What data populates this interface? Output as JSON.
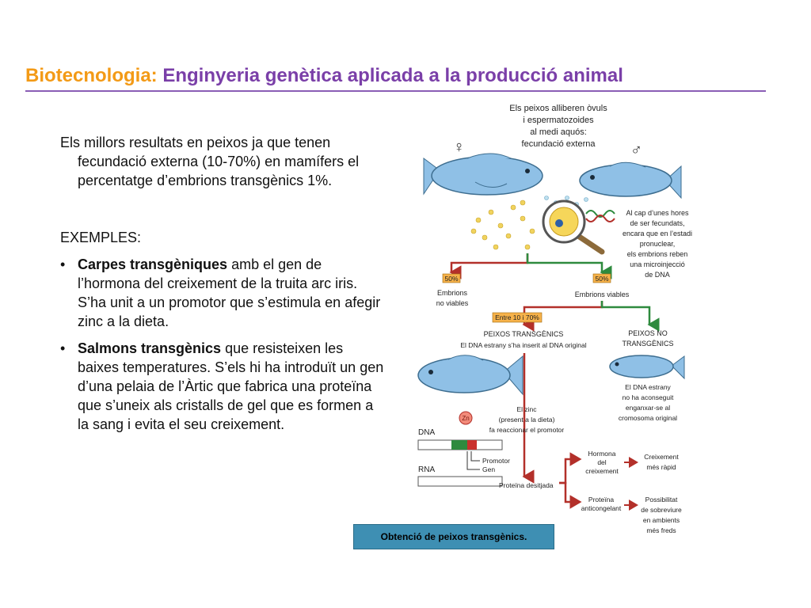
{
  "slide": {
    "title_prefix": "Biotecnologia:",
    "title_main": "Enginyeria genètica aplicada a la producció animal",
    "intro": "Els millors resultats en peixos ja que tenen fecundació externa (10-70%) en mamífers el percentatge d’embrions transgènics 1%.",
    "examples_heading": "EXEMPLES:",
    "bullets": [
      {
        "bold": "Carpes transgèniques",
        "rest": " amb el gen de l’hormona del creixement de la truita arc iris. S’ha unit a un promotor que s’estimula en afegir zinc a la dieta."
      },
      {
        "bold": "Salmons transgènics",
        "rest": " que resisteixen les baixes temperatures. S’els hi ha introduït un gen d’una pelaia de l’Àrtic que fabrica una proteïna que s’uneix als cristalls de gel que es formen a la sang i evita el seu creixement."
      }
    ],
    "caption": "Obtenció de peixos transgènics."
  },
  "figure": {
    "top_text": [
      "Els peixos alliberen òvuls",
      "i espermatozoides",
      "al medi aquós:",
      "fecundació externa"
    ],
    "female_symbol": "♀",
    "male_symbol": "♂",
    "microinjection_text": [
      "Al cap d’unes hores",
      "de ser fecundats,",
      "encara que en l’estadi",
      "pronuclear,",
      "els embrions reben",
      "una microinjecció",
      "de DNA"
    ],
    "pct_left": "50%",
    "pct_right": "50%",
    "non_viable": [
      "Embrions",
      "no viables"
    ],
    "viable": "Embrions viables",
    "range_badge": "Entre 10 i 70%",
    "transgenic_title": "PEIXOS TRANSGÈNICS",
    "transgenic_sub": "El DNA estrany s’ha inserit al DNA original",
    "non_transgenic_title": [
      "PEIXOS NO",
      "TRANSGÈNICS"
    ],
    "non_transgenic_sub": [
      "El DNA estrany",
      "no ha aconseguit",
      "enganxar-se al",
      "cromosoma original"
    ],
    "zinc_symbol": "Zn",
    "zinc_text": [
      "El zinc",
      "(present a la dieta)",
      "fa reaccionar el promotor"
    ],
    "dna_label": "DNA",
    "rna_label": "RNA",
    "promotor_label": "Promotor",
    "gen_label": "Gen",
    "protein_label": "Proteïna desitjada",
    "hormone": [
      "Hormona",
      "del",
      "creixement"
    ],
    "hormone_result": [
      "Creixement",
      "més ràpid"
    ],
    "antifreeze": [
      "Proteïna",
      "anticongelant"
    ],
    "antifreeze_result": [
      "Possibilitat",
      "de sobreviure",
      "en ambients",
      "més freds"
    ]
  },
  "colors": {
    "title_orange": "#f39a16",
    "title_purple": "#7a3fa8",
    "fish_blue": "#8fc0e6",
    "badge_orange": "#f6b24a",
    "arrow_red": "#b3302a",
    "arrow_green": "#2e8a3e",
    "caption_bg": "#3e8fb3"
  }
}
